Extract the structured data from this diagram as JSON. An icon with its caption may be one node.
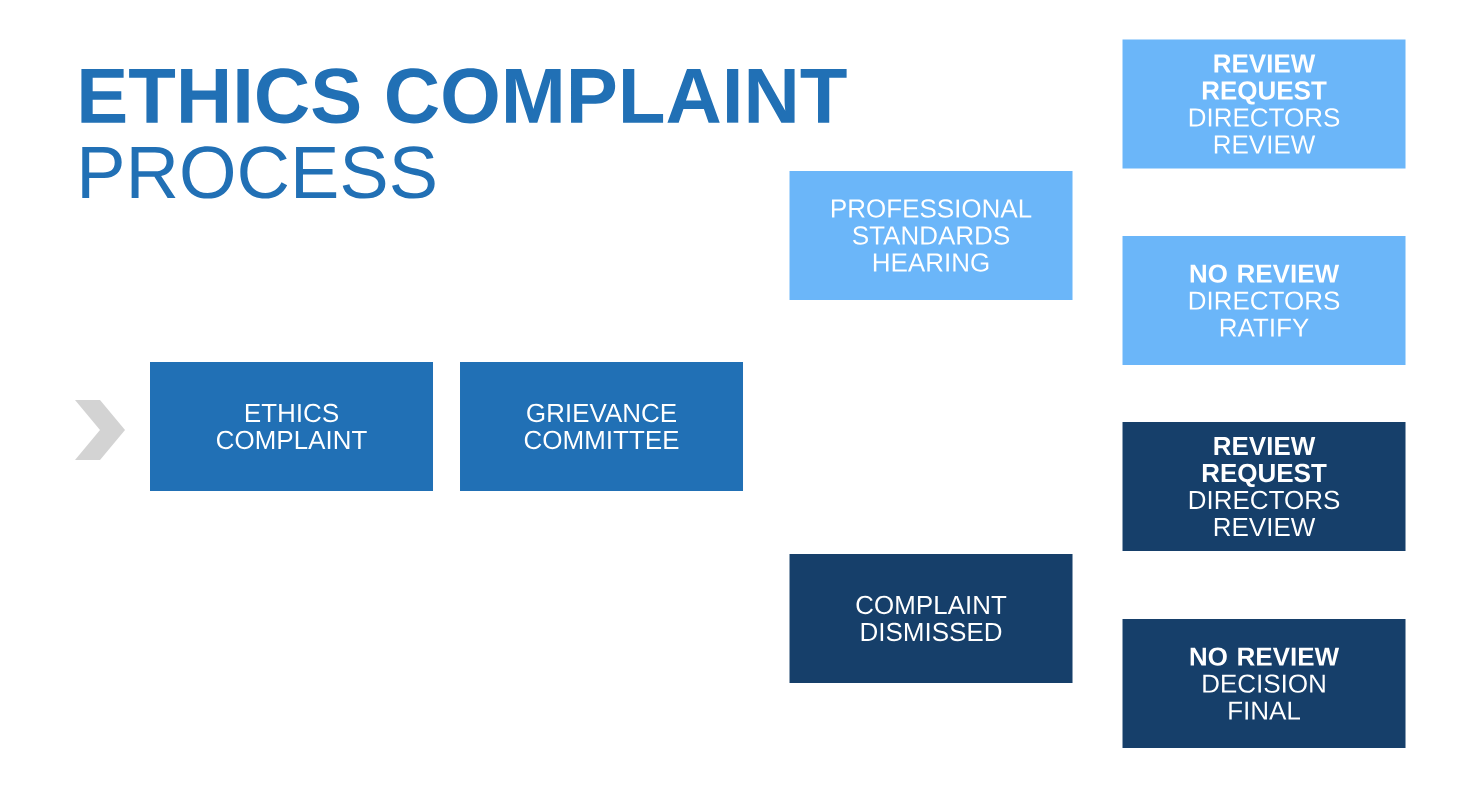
{
  "diagram": {
    "title": "ETHICS COMPLAINT",
    "nodes": [
      {
        "text": [
          "ETHICS COMPLAINT"
        ]
      },
      {
        "text": [
          "GRIEVANCE COMMITTEE"
        ]
      },
      {
        "text": [
          "PROFESSIONAL STANDARDS HEARING"
        ]
      },
      {
        "text": [
          "COMPLAINT DISMISSED"
        ]
      },
      {
        "text": [
          "REVIEW REQUEST",
          "DIRECTORS REVIEW"
        ]
      },
      {
        "text": [
          "NO REVIEW",
          "DIRECTORS RATIFY"
        ]
      },
      {
        "text": [
          "REVIEW REQUEST",
          "DIRECTORS REVIEW"
        ]
      },
      {
        "text": [
          "NO REVIEW",
          "DECISION FINAL"
        ]
      }
    ],
    "labels": [
      "PROCESS"
    ]
  }
}
